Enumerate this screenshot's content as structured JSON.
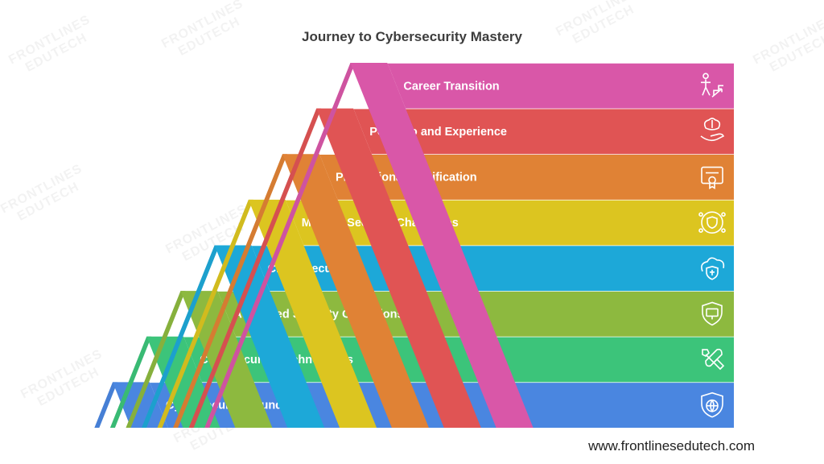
{
  "title": "Journey to Cybersecurity Mastery",
  "watermark": {
    "line1": "FRONTLINES",
    "line2": "EDUTECH"
  },
  "footer": {
    "url": "www.frontlinesedutech.com"
  },
  "steps": [
    {
      "label": "Career Transition",
      "color": "#d957a8",
      "icon": "person-climbing-stairs-icon"
    },
    {
      "label": "Portfolio and Experience",
      "color": "#e05454",
      "icon": "brain-in-hand-icon"
    },
    {
      "label": "Professional Certification",
      "color": "#e08235",
      "icon": "certificate-icon"
    },
    {
      "label": "Modern Security Challenges",
      "color": "#dcc520",
      "icon": "shield-network-icon"
    },
    {
      "label": "Cloud Security",
      "color": "#1da8d8",
      "icon": "cloud-shield-icon"
    },
    {
      "label": "Advanced Security Operations",
      "color": "#8db93f",
      "icon": "monitor-shield-icon"
    },
    {
      "label": "Core Security Technologies",
      "color": "#3cc47a",
      "icon": "tools-icon"
    },
    {
      "label": "Cybersecurity Foundation",
      "color": "#4a86e0",
      "icon": "globe-shield-icon"
    }
  ]
}
